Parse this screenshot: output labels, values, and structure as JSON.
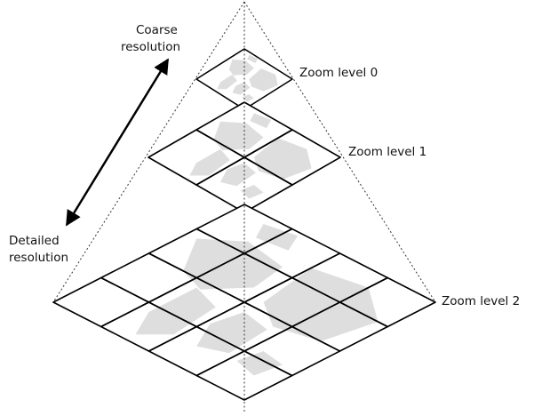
{
  "labels": {
    "coarse_line1": "Coarse",
    "coarse_line2": "resolution",
    "detailed_line1": "Detailed",
    "detailed_line2": "resolution",
    "zoom0": "Zoom level 0",
    "zoom1": "Zoom level 1",
    "zoom2": "Zoom level 2"
  },
  "levels": [
    {
      "zoom": 0,
      "tiles_per_side": 1
    },
    {
      "zoom": 1,
      "tiles_per_side": 2
    },
    {
      "zoom": 2,
      "tiles_per_side": 4
    }
  ],
  "colors": {
    "grid": "#000000",
    "map": "#dedede",
    "guide": "#333333"
  }
}
